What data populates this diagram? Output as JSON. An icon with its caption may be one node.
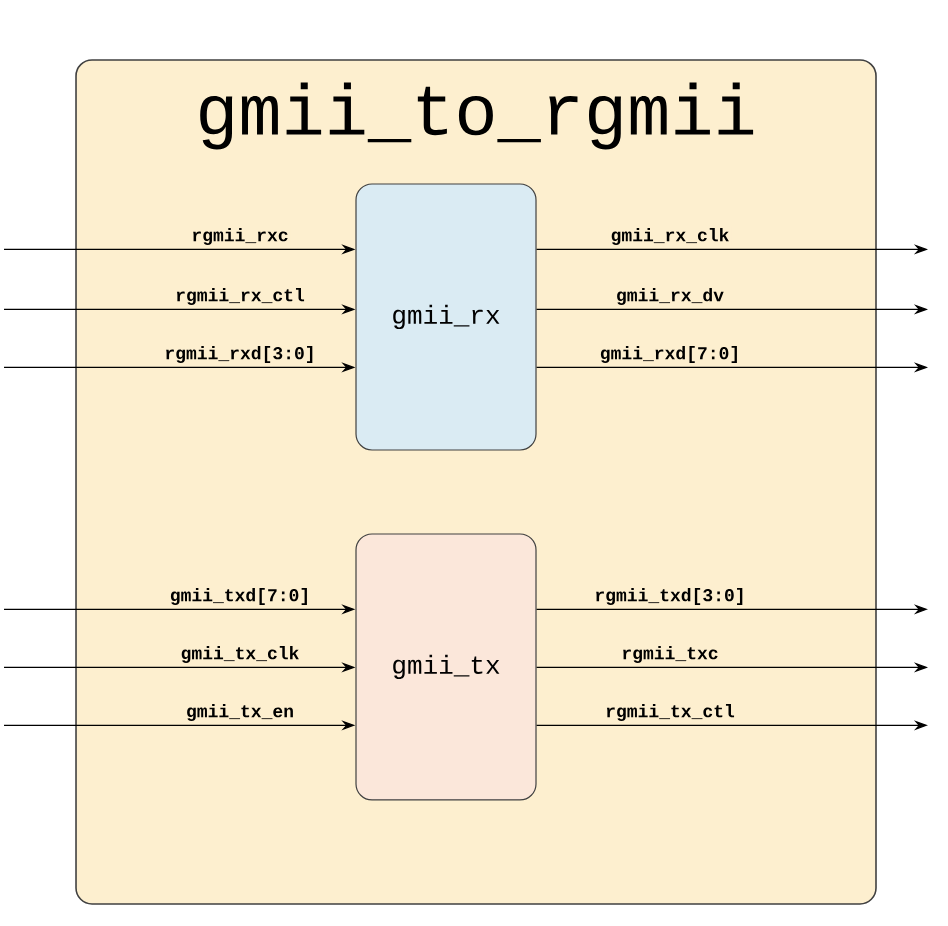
{
  "diagram": {
    "nodes": [
      {
        "text": [
          "gmii_to_rgmii"
        ]
      },
      {
        "text": [
          "gmii_rx"
        ],
        "in": 0
      },
      {
        "text": [
          "gmii_tx"
        ],
        "in": 0
      }
    ],
    "edges": [
      {
        "from": null,
        "to": 1,
        "arrow": "to",
        "label": "rgmii_rxc"
      },
      {
        "from": null,
        "to": 1,
        "arrow": "to",
        "label": "rgmii_rx_ctl"
      },
      {
        "from": null,
        "to": 1,
        "arrow": "to",
        "label": "rgmii_rxd[3:0]"
      },
      {
        "from": 1,
        "to": null,
        "arrow": "to",
        "label": "gmii_rx_clk"
      },
      {
        "from": 1,
        "to": null,
        "arrow": "to",
        "label": "gmii_rx_dv"
      },
      {
        "from": 1,
        "to": null,
        "arrow": "to",
        "label": "gmii_rxd[7:0]"
      },
      {
        "from": null,
        "to": 2,
        "arrow": "to",
        "label": "gmii_txd[7:0]"
      },
      {
        "from": null,
        "to": 2,
        "arrow": "to",
        "label": "gmii_tx_clk"
      },
      {
        "from": null,
        "to": 2,
        "arrow": "to",
        "label": "gmii_tx_en"
      },
      {
        "from": 2,
        "to": null,
        "arrow": "to",
        "label": "rgmii_txd[3:0]"
      },
      {
        "from": 2,
        "to": null,
        "arrow": "to",
        "label": "rgmii_txc"
      },
      {
        "from": 2,
        "to": null,
        "arrow": "to",
        "label": "rgmii_tx_ctl"
      }
    ]
  }
}
